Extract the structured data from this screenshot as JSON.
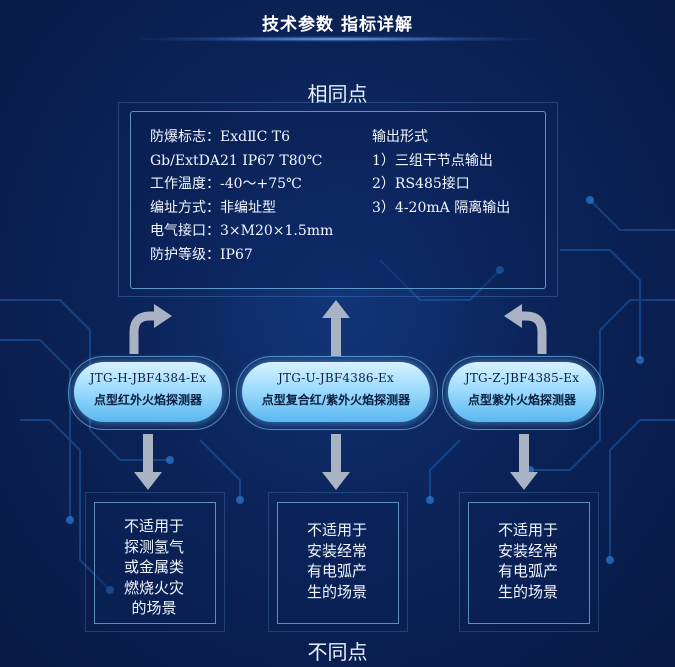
{
  "title": "技术参数 指标详解",
  "same_heading": "相同点",
  "diff_heading": "不同点",
  "specs_left": [
    "防爆标志：ExdⅡC T6",
    "Gb/ExtDA21 IP67 T80℃",
    "工作温度：-40～+75℃",
    "编址方式：非编址型",
    "电气接口：3×M20×1.5mm",
    "防护等级：IP67"
  ],
  "specs_right": [
    "输出形式",
    "1）三组干节点输出",
    "2）RS485接口",
    "3）4-20mA 隔离输出"
  ],
  "products": [
    {
      "model": "JTG-H-JBF4384-Ex",
      "name": "点型红外火焰探测器"
    },
    {
      "model": "JTG-U-JBF4386-Ex",
      "name": "点型复合红/紫外火焰探测器"
    },
    {
      "model": "JTG-Z-JBF4385-Ex",
      "name": "点型紫外火焰探测器"
    }
  ],
  "differences": [
    {
      "lines": [
        "不适用于",
        "探测氢气",
        "或金属类",
        "燃烧火灾",
        "的场景"
      ]
    },
    {
      "lines": [
        "不适用于",
        "安装经常",
        "有电弧产",
        "生的场景"
      ]
    },
    {
      "lines": [
        "不适用于",
        "安装经常",
        "有电弧产",
        "生的场景"
      ]
    }
  ],
  "colors": {
    "background": "#0b2358",
    "pill": "#9fdcff",
    "arrow": "#a9b3c4",
    "border": "#78bee6"
  }
}
